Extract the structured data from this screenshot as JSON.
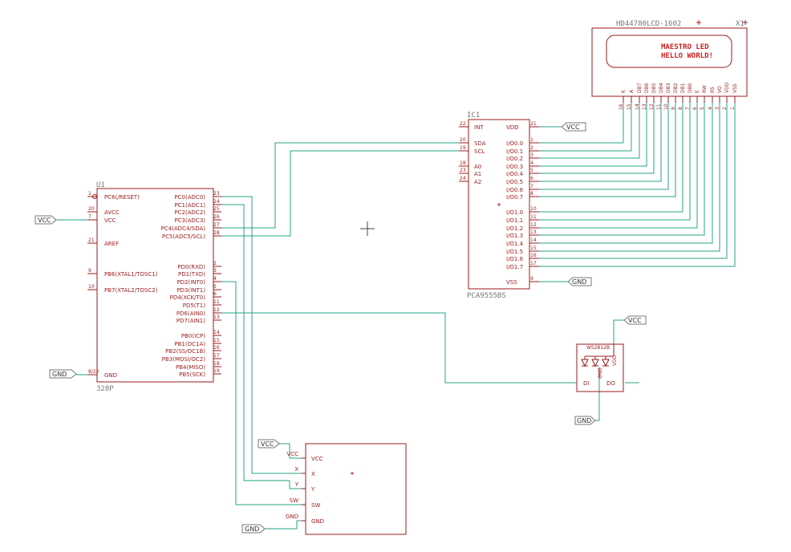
{
  "lcd": {
    "name": "HD44780LCD-1602",
    "ref": "X1",
    "screen_line1": "MAESTRO LED",
    "screen_line2": "HELLO WORLD!",
    "pin_names": [
      "K",
      "A",
      "DB7",
      "DB6",
      "DB5",
      "DB4",
      "DB3",
      "DB2",
      "DB1",
      "DB0",
      "E",
      "RW",
      "RS",
      "VO",
      "VDD",
      "VSS"
    ],
    "pin_numbers": [
      "16",
      "15",
      "14",
      "13",
      "12",
      "11",
      "10",
      "9",
      "8",
      "7",
      "6",
      "5",
      "4",
      "3",
      "2",
      "1"
    ]
  },
  "expander": {
    "ref": "IC1",
    "name": "PCA9555BS",
    "left_pins": [
      {
        "name": "INT",
        "num": "22"
      },
      {
        "name": "SDA",
        "num": "20"
      },
      {
        "name": "SCL",
        "num": "19"
      },
      {
        "name": "A0",
        "num": "18"
      },
      {
        "name": "A1",
        "num": "23"
      },
      {
        "name": "A2",
        "num": "24"
      }
    ],
    "right_pins": [
      {
        "name": "VDD",
        "num": "21"
      },
      {
        "name": "I/O0.0",
        "num": "1"
      },
      {
        "name": "I/O0.1",
        "num": "2"
      },
      {
        "name": "I/O0.2",
        "num": "3"
      },
      {
        "name": "I/O0.3",
        "num": "4"
      },
      {
        "name": "I/O0.4",
        "num": "5"
      },
      {
        "name": "I/O0.5",
        "num": "6"
      },
      {
        "name": "I/O0.6",
        "num": "7"
      },
      {
        "name": "I/O0.7",
        "num": "8"
      },
      {
        "name": "I/O1.0",
        "num": "10"
      },
      {
        "name": "I/O1.1",
        "num": "11"
      },
      {
        "name": "I/O1.2",
        "num": "12"
      },
      {
        "name": "I/O1.3",
        "num": "13"
      },
      {
        "name": "I/O1.4",
        "num": "14"
      },
      {
        "name": "I/O1.5",
        "num": "15"
      },
      {
        "name": "I/O1.6",
        "num": "16"
      },
      {
        "name": "I/O1.7",
        "num": "17"
      },
      {
        "name": "VSS",
        "num": "9"
      }
    ]
  },
  "mcu": {
    "ref": "U1",
    "name": "328P",
    "left_pins": [
      {
        "name": "PC6(/RESET)",
        "num": "1"
      },
      {
        "name": "AVCC",
        "num": "20"
      },
      {
        "name": "VCC",
        "num": "7"
      },
      {
        "name": "AREF",
        "num": "21"
      },
      {
        "name": "PB6(XTAL1/TOSC1)",
        "num": "9"
      },
      {
        "name": "PB7(XTAL2/TOSC2)",
        "num": "10"
      },
      {
        "name": "GND",
        "num": "8/22"
      }
    ],
    "right_pins": [
      {
        "name": "PC0(ADC0)",
        "num": "23"
      },
      {
        "name": "PC1(ADC1)",
        "num": "24"
      },
      {
        "name": "PC2(ADC2)",
        "num": "25"
      },
      {
        "name": "PC3(ADC3)",
        "num": "26"
      },
      {
        "name": "PC4(ADC4/SDA)",
        "num": "27"
      },
      {
        "name": "PC5(ADC5/SCL)",
        "num": "28"
      },
      {
        "name": "PD0(RXD)",
        "num": "2"
      },
      {
        "name": "PD1(TXD)",
        "num": "3"
      },
      {
        "name": "PD2(INT0)",
        "num": "4"
      },
      {
        "name": "PD3(INT1)",
        "num": "5"
      },
      {
        "name": "PD4(XCK/T0)",
        "num": "6"
      },
      {
        "name": "PD5(T1)",
        "num": "11"
      },
      {
        "name": "PD6(AIN0)",
        "num": "12"
      },
      {
        "name": "PD7(AIN1)",
        "num": "13"
      },
      {
        "name": "PB0(ICP)",
        "num": "14"
      },
      {
        "name": "PB1(OC1A)",
        "num": "15"
      },
      {
        "name": "PB2(SS/OC1B)",
        "num": "16"
      },
      {
        "name": "PB3(MOSI/OC2)",
        "num": "17"
      },
      {
        "name": "PB4(MISO)",
        "num": "18"
      },
      {
        "name": "PB5(SCK)",
        "num": "19"
      }
    ]
  },
  "led": {
    "name": "WS2812B",
    "pins": {
      "vdd": "VDD",
      "gnd": "GND",
      "di": "DI",
      "do": "DO"
    }
  },
  "joystick": {
    "pin_labels": [
      "VCC",
      "X",
      "Y",
      "SW",
      "GND"
    ],
    "wire_labels": [
      "VCC",
      "X",
      "Y",
      "SW",
      "GND"
    ]
  },
  "tags": {
    "vcc": "VCC",
    "gnd": "GND"
  },
  "colors": {
    "part": "#9b1b1b",
    "wire": "#26a38a",
    "tag_border": "#777777"
  }
}
